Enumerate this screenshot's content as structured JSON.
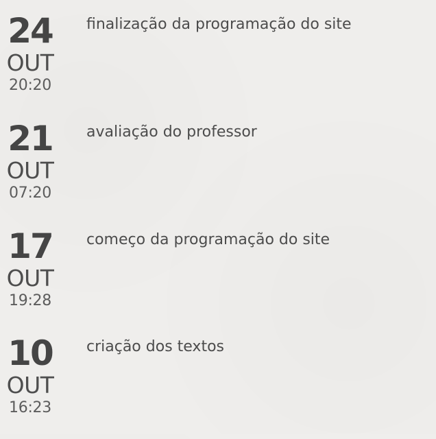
{
  "timeline": {
    "entries": [
      {
        "day": "24",
        "month": "OUT",
        "time": "20:20",
        "title": "finalização da programação do site"
      },
      {
        "day": "21",
        "month": "OUT",
        "time": "07:20",
        "title": "avaliação do professor"
      },
      {
        "day": "17",
        "month": "OUT",
        "time": "19:28",
        "title": "começo da programação do site"
      },
      {
        "day": "10",
        "month": "OUT",
        "time": "16:23",
        "title": "criação dos textos"
      }
    ]
  }
}
